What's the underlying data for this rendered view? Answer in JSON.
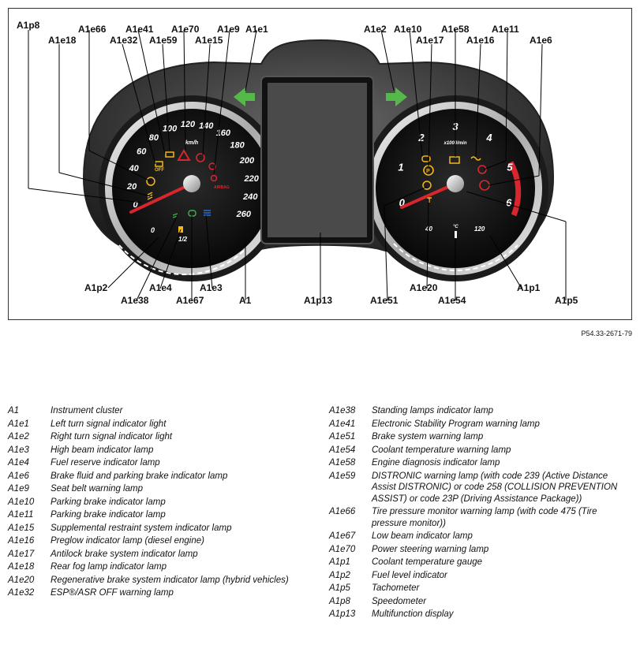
{
  "figure": {
    "callouts": [
      "A1p8",
      "A1e18",
      "A1e66",
      "A1e32",
      "A1e41",
      "A1e59",
      "A1e70",
      "A1e15",
      "A1e9",
      "A1e1",
      "A1e2",
      "A1e10",
      "A1e17",
      "A1e58",
      "A1e16",
      "A1e11",
      "A1e6",
      "A1p2",
      "A1e38",
      "A1e4",
      "A1e67",
      "A1e3",
      "A1",
      "A1p13",
      "A1e51",
      "A1e20",
      "A1e54",
      "A1p1",
      "A1p5"
    ],
    "speedo_ticks": [
      "0",
      "20",
      "40",
      "60",
      "80",
      "100",
      "120",
      "140",
      "160",
      "180",
      "200",
      "220",
      "240",
      "260"
    ],
    "speedo_unit": "km/h",
    "tacho_ticks": [
      "0",
      "1",
      "2",
      "3",
      "4",
      "5",
      "6"
    ],
    "tacho_unit": "x1000/min",
    "fuel_ticks": [
      "0",
      "1/2"
    ],
    "coolant_ticks": [
      "40",
      "120"
    ],
    "coolant_unit": "°C",
    "airbag_text": "AIRBAG",
    "esp_off_text": "OFF",
    "brake_p_text": "P",
    "colors": {
      "red": "#d8262e",
      "amber": "#f1b71c",
      "green": "#3bb54a",
      "blue": "#2f6fc4",
      "arrow_green": "#55b84a"
    }
  },
  "reference": "P54.33-2671-79",
  "legend": {
    "left": [
      {
        "code": "A1",
        "desc": "Instrument cluster"
      },
      {
        "code": "A1e1",
        "desc": "Left turn signal indicator light"
      },
      {
        "code": "A1e2",
        "desc": "Right turn signal indicator light"
      },
      {
        "code": "A1e3",
        "desc": "High beam indicator lamp"
      },
      {
        "code": "A1e4",
        "desc": "Fuel reserve indicator lamp"
      },
      {
        "code": "A1e6",
        "desc": "Brake fluid and parking brake indicator lamp"
      },
      {
        "code": "A1e9",
        "desc": "Seat belt warning lamp"
      },
      {
        "code": "A1e10",
        "desc": "Parking brake indicator lamp"
      },
      {
        "code": "A1e11",
        "desc": "Parking brake indicator lamp"
      },
      {
        "code": "A1e15",
        "desc": "Supplemental restraint system indicator lamp"
      },
      {
        "code": "A1e16",
        "desc": "Preglow indicator lamp (diesel engine)"
      },
      {
        "code": "A1e17",
        "desc": "Antilock brake system indicator lamp"
      },
      {
        "code": "A1e18",
        "desc": "Rear fog lamp indicator lamp"
      },
      {
        "code": "A1e20",
        "desc": "Regenerative brake system indicator lamp (hybrid vehicles)"
      },
      {
        "code": "A1e32",
        "desc": "ESP®/ASR OFF warning lamp"
      }
    ],
    "right": [
      {
        "code": "A1e38",
        "desc": "Standing lamps indicator lamp"
      },
      {
        "code": "A1e41",
        "desc": "Electronic Stability Program warning lamp"
      },
      {
        "code": "A1e51",
        "desc": "Brake system warning lamp"
      },
      {
        "code": "A1e54",
        "desc": "Coolant temperature warning lamp"
      },
      {
        "code": "A1e58",
        "desc": "Engine diagnosis indicator lamp"
      },
      {
        "code": "A1e59",
        "desc": "DISTRONIC warning lamp (with code 239 (Active Distance Assist DISTRONIC) or code 258 (COLLISION PREVENTION ASSIST) or code 23P (Driving Assistance Package))"
      },
      {
        "code": "A1e66",
        "desc": "Tire pressure monitor warning lamp (with code 475 (Tire pressure monitor))"
      },
      {
        "code": "A1e67",
        "desc": "Low beam indicator lamp"
      },
      {
        "code": "A1e70",
        "desc": "Power steering warning lamp"
      },
      {
        "code": "A1p1",
        "desc": "Coolant temperature gauge"
      },
      {
        "code": "A1p2",
        "desc": "Fuel level indicator"
      },
      {
        "code": "A1p5",
        "desc": "Tachometer"
      },
      {
        "code": "A1p8",
        "desc": "Speedometer"
      },
      {
        "code": "A1p13",
        "desc": "Multifunction display"
      }
    ]
  }
}
